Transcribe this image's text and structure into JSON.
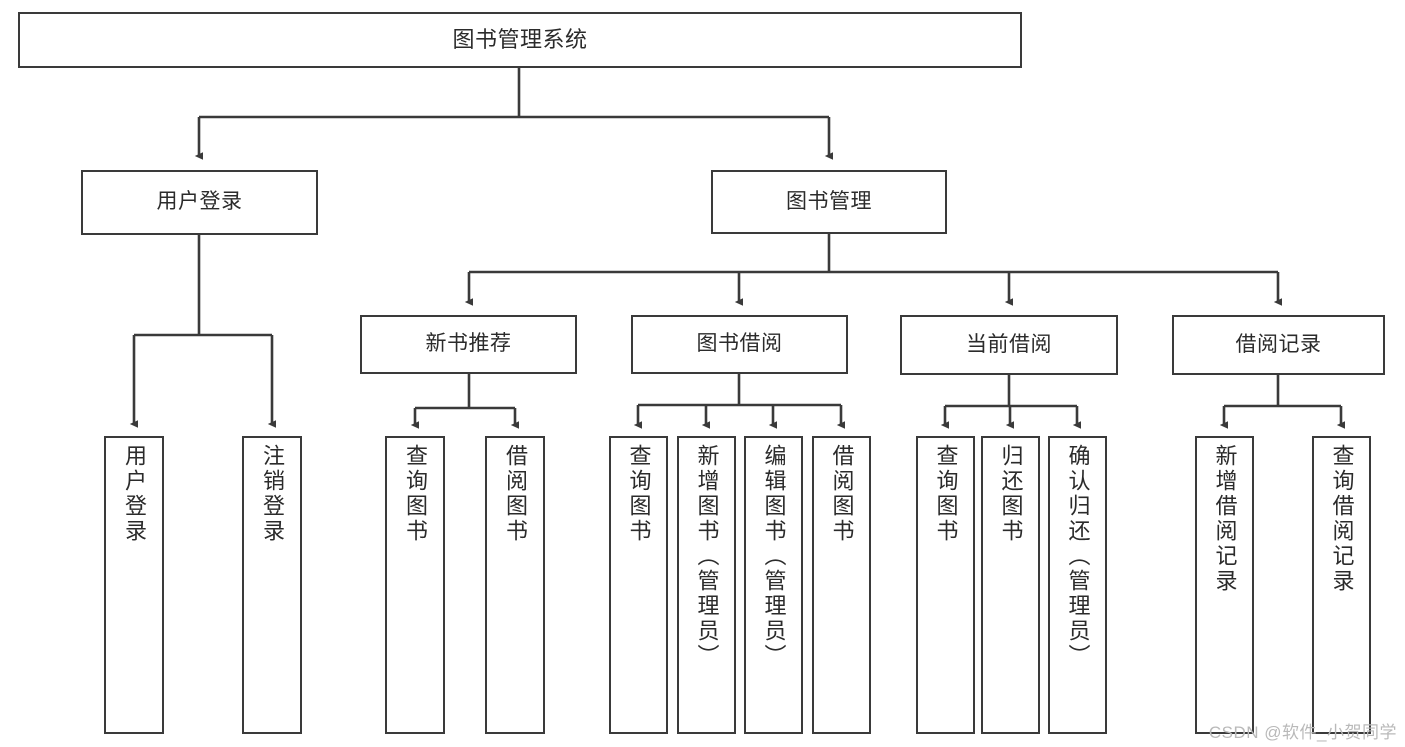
{
  "diagram": {
    "title": "图书管理系统",
    "watermark": "CSDN @软件_小贺同学",
    "line_color": "#3a3a3a",
    "box_fill": "#ffffff",
    "text_color": "#2b2b2b",
    "watermark_color": "#b9b9b9",
    "root": {
      "label": "图书管理系统"
    },
    "level1": [
      {
        "label": "用户登录"
      },
      {
        "label": "图书管理"
      }
    ],
    "level2": [
      {
        "label": "新书推荐"
      },
      {
        "label": "图书借阅"
      },
      {
        "label": "当前借阅"
      },
      {
        "label": "借阅记录"
      }
    ],
    "leaves": {
      "user_login": [
        {
          "label": "用户登录"
        },
        {
          "label": "注销登录"
        }
      ],
      "new_book_recommend": [
        {
          "label": "查询图书"
        },
        {
          "label": "借阅图书"
        }
      ],
      "book_borrow": [
        {
          "label": "查询图书"
        },
        {
          "label": "新增图书（管理员）"
        },
        {
          "label": "编辑图书（管理员）"
        },
        {
          "label": "借阅图书"
        }
      ],
      "current_borrow": [
        {
          "label": "查询图书"
        },
        {
          "label": "归还图书"
        },
        {
          "label": "确认归还（管理员）"
        }
      ],
      "borrow_record": [
        {
          "label": "新增借阅记录"
        },
        {
          "label": "查询借阅记录"
        }
      ]
    }
  }
}
